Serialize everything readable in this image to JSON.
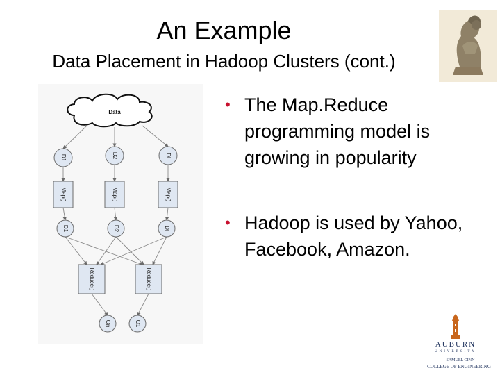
{
  "slide": {
    "title": "An Example",
    "subtitle": "Data Placement in Hadoop Clusters (cont.)"
  },
  "diagram": {
    "cloud_label": "Data",
    "top_nodes": [
      "D1",
      "D2",
      "Dl"
    ],
    "map_nodes": [
      "Map()",
      "Map()",
      "Map()"
    ],
    "mid_nodes": [
      "D1",
      "D2",
      "Dl"
    ],
    "reduce_nodes": [
      "Reduce()",
      "Reduce()"
    ],
    "out_nodes": [
      "On",
      "O1"
    ]
  },
  "bullets": [
    "The Map.Reduce programming model is growing in popularity",
    "Hadoop is used by Yahoo, Facebook, Amazon."
  ],
  "logo": {
    "name": "AUBURN",
    "sub": "UNIVERSITY",
    "college_1": "SAMUEL GINN",
    "college_2": "COLLEGE OF ENGINEERING"
  },
  "colors": {
    "bullet": "#c8102e",
    "node_fill": "#dfe7f2",
    "stroke": "#6b6b6b",
    "auburn_navy": "#1c2f5a",
    "auburn_orange": "#c8661c"
  }
}
